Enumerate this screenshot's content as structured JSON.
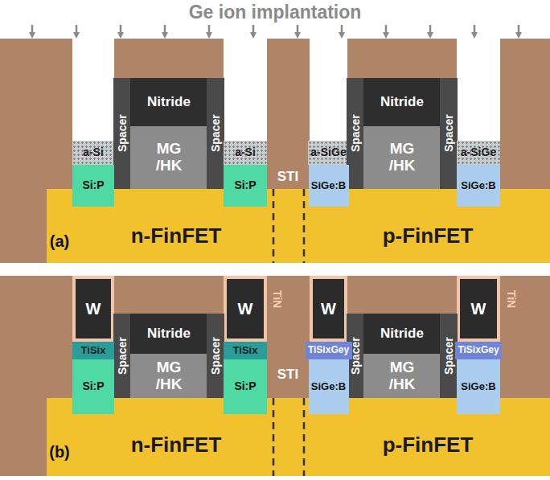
{
  "diagram": {
    "title": "Ge ion implantation",
    "nodes": [
      {
        "text": [
          "a-Si"
        ]
      },
      {
        "text": [
          "Spacer"
        ]
      },
      {
        "text": [
          "Nitride"
        ]
      },
      {
        "text": [
          "MG /HK"
        ]
      },
      {
        "text": [
          "Spacer"
        ]
      },
      {
        "text": [
          "a-Si"
        ]
      },
      {
        "text": [
          "a-SiGe"
        ]
      },
      {
        "text": [
          "Spacer"
        ]
      },
      {
        "text": [
          "Nitride"
        ]
      },
      {
        "text": [
          "MG /HK"
        ]
      },
      {
        "text": [
          "Spacer"
        ]
      },
      {
        "text": [
          "a-SiGe"
        ]
      },
      {
        "text": [
          "Si:P"
        ]
      },
      {
        "text": [
          "Si:P"
        ]
      },
      {
        "text": [
          "SiGe:B"
        ]
      },
      {
        "text": [
          "SiGe:B"
        ]
      },
      {
        "text": [
          "n-FinFET"
        ]
      },
      {
        "text": [
          "p-FinFET"
        ]
      },
      {
        "text": [
          "W"
        ]
      },
      {
        "text": [
          "Spacer"
        ]
      },
      {
        "text": [
          "Nitride"
        ]
      },
      {
        "text": [
          "MG /HK"
        ]
      },
      {
        "text": [
          "Spacer"
        ]
      },
      {
        "text": [
          "W"
        ]
      },
      {
        "text": [
          "W"
        ]
      },
      {
        "text": [
          "Spacer"
        ]
      },
      {
        "text": [
          "Nitride"
        ]
      },
      {
        "text": [
          "MG /HK"
        ]
      },
      {
        "text": [
          "Spacer"
        ]
      },
      {
        "text": [
          "W"
        ]
      },
      {
        "text": [
          "TiSix"
        ]
      },
      {
        "text": [
          "TiSix"
        ]
      },
      {
        "text": [
          "TiSixGey"
        ]
      },
      {
        "text": [
          "TiSixGey"
        ]
      },
      {
        "text": [
          "Si:P"
        ]
      },
      {
        "text": [
          "Si:P"
        ]
      },
      {
        "text": [
          "SiGe:B"
        ]
      },
      {
        "text": [
          "SiGe:B"
        ]
      },
      {
        "text": [
          "n-FinFET"
        ]
      },
      {
        "text": [
          "p-FinFET"
        ]
      }
    ],
    "labels": [
      "(a)",
      "STI",
      "(b)",
      "STI",
      "TiN",
      "TiN"
    ]
  }
}
